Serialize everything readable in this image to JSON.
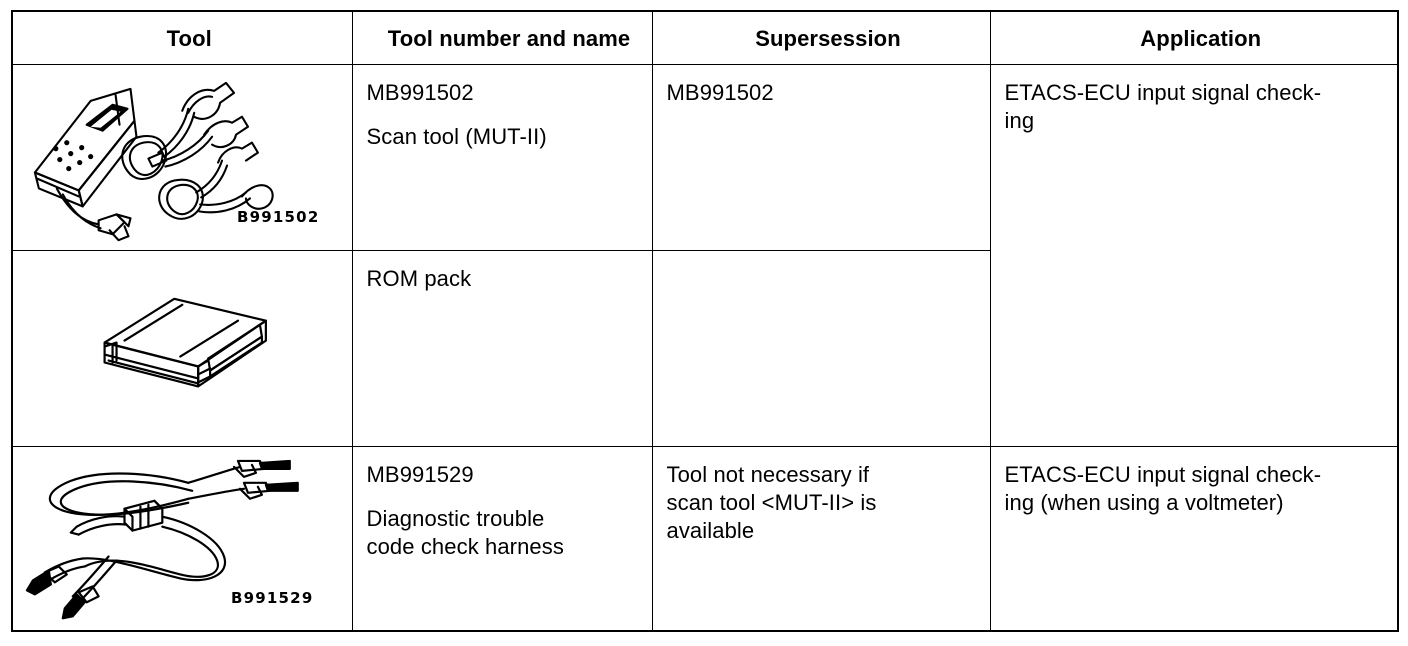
{
  "document": {
    "type": "service-manual-special-tools-table"
  },
  "table": {
    "headers": [
      {
        "key": "tool",
        "label": "Tool"
      },
      {
        "key": "number_name",
        "label": "Tool number and name"
      },
      {
        "key": "supersession",
        "label": "Supersession"
      },
      {
        "key": "application",
        "label": "Application"
      }
    ],
    "rows": [
      {
        "illustration": {
          "name": "scan-tool-mut-ii-illustration",
          "caption": "B991502"
        },
        "number": "MB991502",
        "name": "Scan tool (MUT-II)",
        "supersession": "MB991502",
        "application_line1": "ETACS-ECU input signal check-",
        "application_line2": "ing"
      },
      {
        "illustration": {
          "name": "rom-pack-illustration",
          "caption": ""
        },
        "number": "",
        "name": "ROM pack",
        "supersession": "",
        "application_line1": "",
        "application_line2": ""
      },
      {
        "illustration": {
          "name": "diagnostic-trouble-code-check-harness-illustration",
          "caption": "B991529"
        },
        "number": "MB991529",
        "name_line1": "Diagnostic trouble",
        "name_line2": "code check harness",
        "supersession_line1": "Tool not necessary if",
        "supersession_line2": "scan tool <MUT-II> is",
        "supersession_line3": "available",
        "application_line1": "ETACS-ECU input signal check-",
        "application_line2": "ing (when using a voltmeter)"
      }
    ]
  },
  "colors": {
    "ink": "#000000",
    "paper": "#ffffff"
  }
}
